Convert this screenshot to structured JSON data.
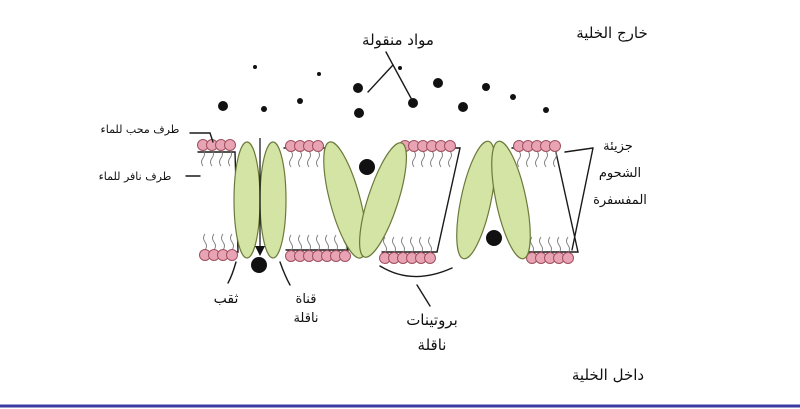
{
  "labels": {
    "outside_cell": "خارج الخلية",
    "transported_substances": "مواد منقولة",
    "hydrophilic_end": "طرف محب للماء",
    "hydrophobic_end": "طرف نافر للماء",
    "phospholipid_line1": "جزيئة",
    "phospholipid_line2": "الشحوم",
    "phospholipid_line3": "المفسفرة",
    "hole": "ثقب",
    "channel_line1": "قناة",
    "channel_line2": "ناقلة",
    "proteins_line1": "بروتينات",
    "proteins_line2": "ناقلة",
    "inside_cell": "داخل الخلية"
  },
  "colors": {
    "head_fill": "#e8a4b4",
    "head_stroke": "#a0505e",
    "protein_fill": "#d4e4a4",
    "protein_stroke": "#6b7a3a",
    "dot": "#111111",
    "bottom_rule": "#3a3aa0"
  }
}
